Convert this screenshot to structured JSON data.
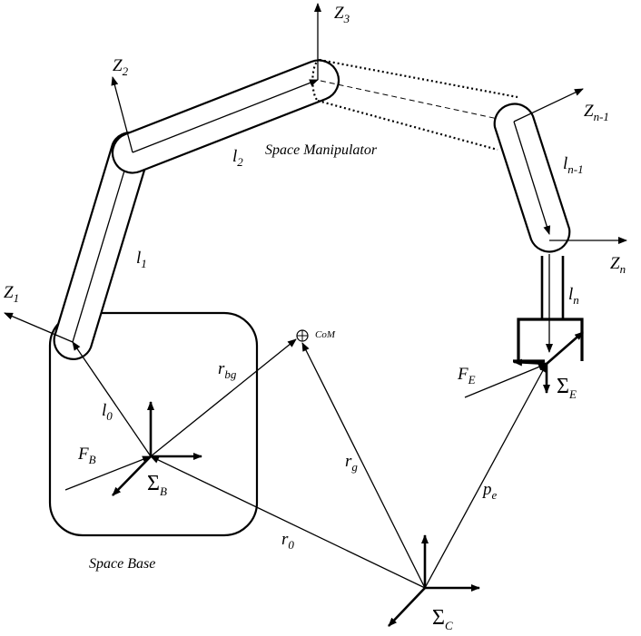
{
  "labels": {
    "manipulator": "Space Manipulator",
    "base": "Space Base",
    "com": "CoM",
    "z1": {
      "main": "Z",
      "sub": "1"
    },
    "z2": {
      "main": "Z",
      "sub": "2"
    },
    "z3": {
      "main": "Z",
      "sub": "3"
    },
    "zn1": {
      "main": "Z",
      "sub": "n-1"
    },
    "zn": {
      "main": "Z",
      "sub": "n"
    },
    "l0": {
      "main": "l",
      "sub": "0"
    },
    "l1": {
      "main": "l",
      "sub": "1"
    },
    "l2": {
      "main": "l",
      "sub": "2"
    },
    "ln1": {
      "main": "l",
      "sub": "n-1"
    },
    "ln": {
      "main": "l",
      "sub": "n"
    },
    "rbg": {
      "main": "r",
      "sub": "bg"
    },
    "rg": {
      "main": "r",
      "sub": "g"
    },
    "r0": {
      "main": "r",
      "sub": "0"
    },
    "pe": {
      "main": "p",
      "sub": "e"
    },
    "fb": {
      "main": "F",
      "sub": "B"
    },
    "fe": {
      "main": "F",
      "sub": "E"
    },
    "sigma_b": {
      "main": "Σ",
      "sub": "B"
    },
    "sigma_e": {
      "main": "Σ",
      "sub": "E"
    },
    "sigma_c": {
      "main": "Σ",
      "sub": "C"
    }
  }
}
